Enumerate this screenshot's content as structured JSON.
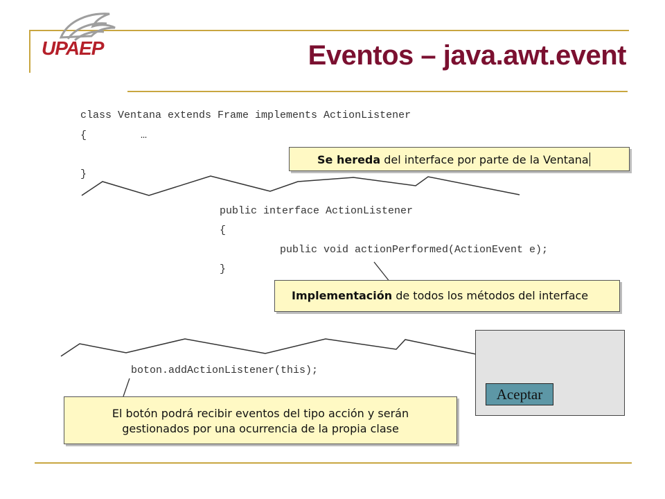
{
  "header": {
    "logo_text": "UPAEP",
    "title": "Eventos – java.awt.event"
  },
  "code": {
    "class_decl": "class Ventana extends Frame implements ActionListener",
    "open_brace_1": "{",
    "ellipsis": "…",
    "close_brace_1": "}",
    "interface_decl": "public interface ActionListener",
    "open_brace_2": "{",
    "method_decl": "public void actionPerformed(ActionEvent e);",
    "close_brace_2": "}",
    "add_listener": "boton.addActionListener(this);"
  },
  "callouts": {
    "herencia_bold": "Se hereda",
    "herencia_rest": " del interface por parte de la Ventana",
    "impl_bold": "Implementación",
    "impl_rest": " de todos los métodos del interface",
    "eventos_line1": "El botón podrá recibir eventos del tipo acción y serán",
    "eventos_line2": "gestionados por una ocurrencia de la propia clase"
  },
  "window": {
    "button_label": "Aceptar"
  },
  "colors": {
    "accent_gold": "#c8a640",
    "title_maroon": "#7b1030",
    "callout_fill": "#fff9c4",
    "button_teal": "#5d97a6"
  }
}
